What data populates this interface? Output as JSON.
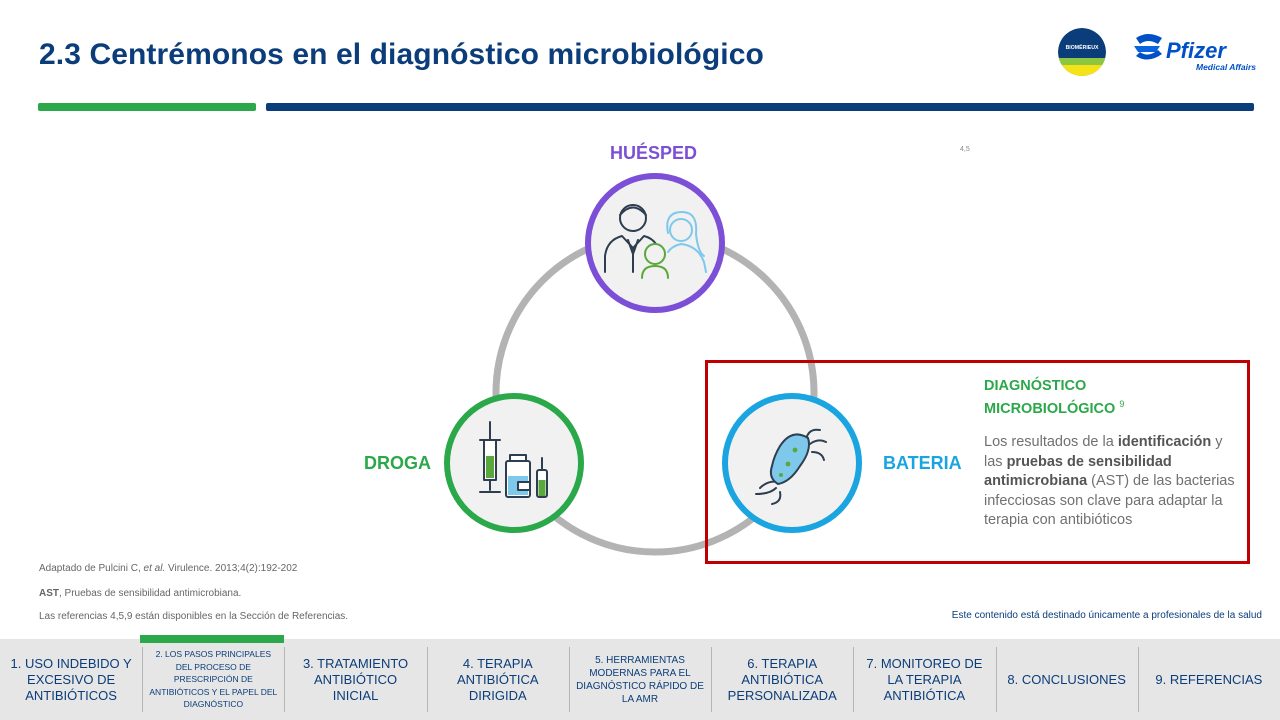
{
  "header": {
    "title": "2.3 Centrémonos en el diagnóstico microbiológico",
    "logo_biomerieux_text": "BIOMÉRIEUX",
    "logo_pfizer_text": "Pfizer",
    "logo_pfizer_sub": "Medical Affairs"
  },
  "diagram": {
    "host_label": "HUÉSPED",
    "drug_label": "DROGA",
    "bacteria_label": "BATERIA",
    "top_ref": "4,5",
    "colors": {
      "host": "#7b4fd6",
      "drug": "#2aa84a",
      "bacteria": "#1aa5e0",
      "ring": "#b3b3b3"
    }
  },
  "diagnostic_box": {
    "title_line1": "DIAGNÓSTICO",
    "title_line2": "MICROBIOLÓGICO",
    "title_ref": "9",
    "text_1": "Los resultados de la ",
    "text_bold_1": "identificación",
    "text_2": " y las ",
    "text_bold_2": "pruebas de sensibilidad antimicrobiana",
    "text_3": " (AST) de las bacterias infecciosas son clave para adaptar la terapia con antibióticos"
  },
  "footnotes": {
    "source_prefix": "Adaptado de Pulcini C, ",
    "source_italic": "et al.",
    "source_suffix": " Virulence. 2013;4(2):192-202",
    "ast_bold": "AST",
    "ast_text": ", Pruebas de sensibilidad antimicrobiana.",
    "references": "Las referencias 4,5,9 están disponibles en la Sección de Referencias.",
    "professional": "Este contenido está destinado únicamente a profesionales de la salud"
  },
  "nav": {
    "items": [
      "1. USO INDEBIDO Y EXCESIVO DE ANTIBIÓTICOS",
      "2. LOS PASOS PRINCIPALES DEL PROCESO DE PRESCRIPCIÓN DE ANTIBIÓTICOS Y EL PAPEL DEL DIAGNÓSTICO",
      "3. TRATAMIENTO ANTIBIÓTICO INICIAL",
      "4. TERAPIA ANTIBIÓTICA DIRIGIDA",
      "5. HERRAMIENTAS MODERNAS PARA EL DIAGNÓSTICO RÁPIDO DE LA AMR",
      "6. TERAPIA ANTIBIÓTICA PERSONALIZADA",
      "7. MONITOREO DE LA TERAPIA ANTIBIÓTICA",
      "8. CONCLUSIONES",
      "9. REFERENCIAS"
    ],
    "active_index": 1,
    "active_color": "#2aa84a"
  }
}
